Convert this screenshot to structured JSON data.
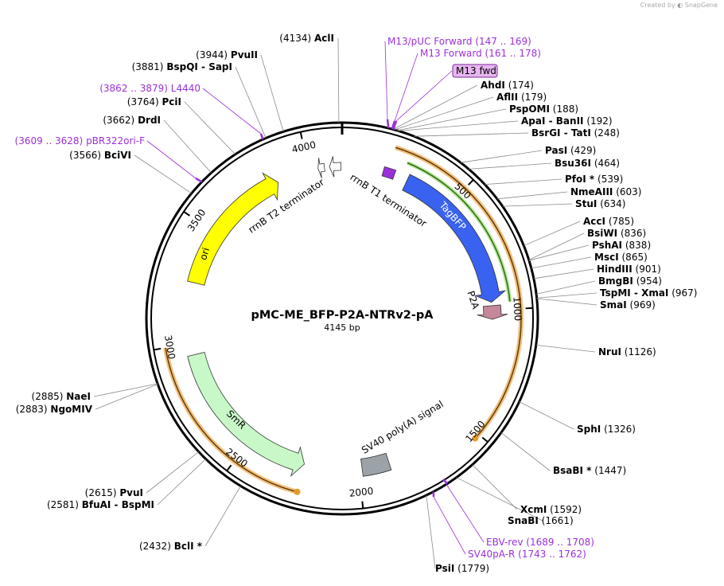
{
  "credit": {
    "prefix": "Created by",
    "brand": "SnapGene"
  },
  "plasmid": {
    "name": "pMC-ME_BFP-P2A-NTRv2-pA",
    "length_label": "4145 bp",
    "total_bp": 4145
  },
  "ticks": [
    {
      "bp": 500,
      "label": "500"
    },
    {
      "bp": 1000,
      "label": "1000"
    },
    {
      "bp": 1500,
      "label": "1500"
    },
    {
      "bp": 2000,
      "label": "2000"
    },
    {
      "bp": 2500,
      "label": "2500"
    },
    {
      "bp": 3000,
      "label": "3000"
    },
    {
      "bp": 3500,
      "label": "3500"
    },
    {
      "bp": 4000,
      "label": "4000"
    }
  ],
  "features": [
    {
      "name": "TagBFP",
      "label": "TagBFP",
      "start": 290,
      "end": 965,
      "color": "#3a62f0",
      "direction": "cw",
      "type": "cds"
    },
    {
      "name": "P2A",
      "label": "P2A",
      "start": 980,
      "end": 1040,
      "color": "#c7879a",
      "direction": "cw",
      "type": "cds"
    },
    {
      "name": "SV40 poly(A) signal",
      "label": "SV40 poly(A) signal",
      "start": 1865,
      "end": 1985,
      "color": "#9ba3a9",
      "direction": "none",
      "type": "polyA"
    },
    {
      "name": "SmR",
      "label": "SmR",
      "start": 2240,
      "end": 2950,
      "color": "#c8f8c8",
      "direction": "ccw",
      "type": "cds"
    },
    {
      "name": "ori",
      "label": "ori",
      "start": 3265,
      "end": 3855,
      "color": "#ffff00",
      "direction": "cw",
      "type": "ori"
    },
    {
      "name": "rrnB T2 terminator",
      "label": "rrnB T2 terminator",
      "start": 4040,
      "end": 4068,
      "color": "#ffffff",
      "direction": "ccw",
      "type": "terminator"
    },
    {
      "name": "rrnB T1 terminator",
      "label": "rrnB T1 terminator",
      "start": 4090,
      "end": 4140,
      "color": "#ffffff",
      "direction": "ccw",
      "type": "terminator"
    },
    {
      "name": "rrnB T1 primer feature",
      "label": "",
      "start": 180,
      "end": 230,
      "color": "#9b30d9",
      "direction": "none",
      "type": "misc"
    }
  ],
  "orange_arcs": [
    {
      "start": 200,
      "end": 1520,
      "direction": "cw"
    },
    {
      "start": 2240,
      "end": 3000,
      "direction": "ccw"
    }
  ],
  "green_arc": {
    "start": 262,
    "end": 970,
    "direction": "cw"
  },
  "enzymes": [
    {
      "name": "AclI",
      "pos": "(4134)",
      "bp": 4134,
      "side": "left",
      "star": false
    },
    {
      "name": "PvuII",
      "pos": "(3944)",
      "bp": 3944,
      "side": "left",
      "star": false
    },
    {
      "name": "BspQI  -  SapI",
      "pos": "(3881)",
      "bp": 3881,
      "side": "left",
      "star": false
    },
    {
      "name": "PciI",
      "pos": "(3764)",
      "bp": 3764,
      "side": "left",
      "star": false
    },
    {
      "name": "DrdI",
      "pos": "(3662)",
      "bp": 3662,
      "side": "left",
      "star": false
    },
    {
      "name": "BciVI",
      "pos": "(3566)",
      "bp": 3566,
      "side": "left",
      "star": false
    },
    {
      "name": "NaeI",
      "pos": "(2885)",
      "bp": 2885,
      "side": "left",
      "star": false
    },
    {
      "name": "NgoMIV",
      "pos": "(2883)",
      "bp": 2883,
      "side": "left",
      "star": false
    },
    {
      "name": "PvuI",
      "pos": "(2615)",
      "bp": 2615,
      "side": "left",
      "star": false
    },
    {
      "name": "BfuAI  -  BspMI",
      "pos": "(2581)",
      "bp": 2581,
      "side": "left",
      "star": false
    },
    {
      "name": "BclI *",
      "pos": "(2432)",
      "bp": 2432,
      "side": "left",
      "star": true
    },
    {
      "name": "PsiI",
      "pos": "(1779)",
      "bp": 1779,
      "side": "right",
      "star": false
    },
    {
      "name": "SnaBI",
      "pos": "(1661)",
      "bp": 1661,
      "side": "left",
      "star": false
    },
    {
      "name": "XcmI",
      "pos": "(1592)",
      "bp": 1592,
      "side": "right",
      "star": false
    },
    {
      "name": "BsaBI *",
      "pos": "(1447)",
      "bp": 1447,
      "side": "right",
      "star": true
    },
    {
      "name": "SphI",
      "pos": "(1326)",
      "bp": 1326,
      "side": "right",
      "star": false
    },
    {
      "name": "NruI",
      "pos": "(1126)",
      "bp": 1126,
      "side": "right",
      "star": false
    },
    {
      "name": "SmaI",
      "pos": "(969)",
      "bp": 969,
      "side": "right",
      "star": false
    },
    {
      "name": "TspMI  -  XmaI",
      "pos": "(967)",
      "bp": 967,
      "side": "right",
      "star": false
    },
    {
      "name": "BmgBI",
      "pos": "(954)",
      "bp": 954,
      "side": "right",
      "star": false
    },
    {
      "name": "HindIII",
      "pos": "(901)",
      "bp": 901,
      "side": "right",
      "star": false
    },
    {
      "name": "MscI",
      "pos": "(865)",
      "bp": 865,
      "side": "right",
      "star": false
    },
    {
      "name": "PshAI",
      "pos": "(838)",
      "bp": 838,
      "side": "right",
      "star": false
    },
    {
      "name": "BsiWI",
      "pos": "(836)",
      "bp": 836,
      "side": "right",
      "star": false
    },
    {
      "name": "AccI",
      "pos": "(785)",
      "bp": 785,
      "side": "right",
      "star": false
    },
    {
      "name": "StuI",
      "pos": "(634)",
      "bp": 634,
      "side": "right",
      "star": false
    },
    {
      "name": "NmeAIII",
      "pos": "(603)",
      "bp": 603,
      "side": "right",
      "star": false
    },
    {
      "name": "PfoI *",
      "pos": "(539)",
      "bp": 539,
      "side": "right",
      "star": true
    },
    {
      "name": "Bsu36I",
      "pos": "(464)",
      "bp": 464,
      "side": "right",
      "star": false
    },
    {
      "name": "PasI",
      "pos": "(429)",
      "bp": 429,
      "side": "right",
      "star": false
    },
    {
      "name": "BsrGI  -  TatI",
      "pos": "(248)",
      "bp": 248,
      "side": "right",
      "star": false
    },
    {
      "name": "ApaI  -  BanII",
      "pos": "(192)",
      "bp": 192,
      "side": "right",
      "star": false
    },
    {
      "name": "PspOMI",
      "pos": "(188)",
      "bp": 188,
      "side": "right",
      "star": false
    },
    {
      "name": "AflII",
      "pos": "(179)",
      "bp": 179,
      "side": "right",
      "star": false
    },
    {
      "name": "AhdI",
      "pos": "(174)",
      "bp": 174,
      "side": "right",
      "star": false
    }
  ],
  "primers": [
    {
      "name": "M13/pUC Forward",
      "pos": "(147 .. 169)",
      "bp": 158
    },
    {
      "name": "M13 Forward",
      "pos": "(161 .. 178)",
      "bp": 170
    },
    {
      "name": "M13 fwd",
      "pos": "",
      "bp": 175,
      "boxed": true
    },
    {
      "name": "L4440",
      "pos": "(3862 .. 3879)",
      "bp": 3870
    },
    {
      "name": "pBR322ori-F",
      "pos": "(3609 .. 3628)",
      "bp": 3618
    },
    {
      "name": "EBV-rev",
      "pos": "(1689 .. 1708)",
      "bp": 1698
    },
    {
      "name": "SV40pA-R",
      "pos": "(1743 .. 1762)",
      "bp": 1752
    }
  ]
}
